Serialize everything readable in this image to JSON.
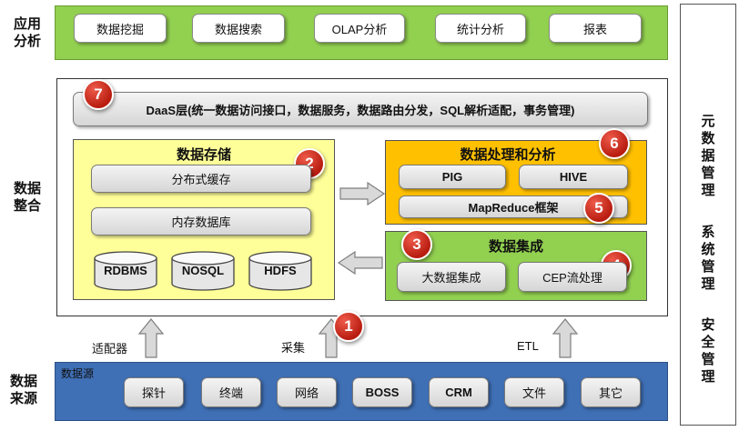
{
  "side_labels": {
    "application": [
      "应用",
      "分析"
    ],
    "integration": [
      "数据",
      "整合"
    ],
    "source": [
      "数据",
      "来源"
    ]
  },
  "application_layer": {
    "items": [
      "数据挖掘",
      "数据搜索",
      "OLAP分析",
      "统计分析",
      "报表"
    ]
  },
  "daas": {
    "label": "DaaS层(统一数据访问接口，数据服务，数据路由分发，SQL解析适配，事务管理)",
    "badge": "7"
  },
  "storage": {
    "title": "数据存储",
    "badge": "2",
    "items": [
      "分布式缓存",
      "内存数据库"
    ],
    "databases": [
      "RDBMS",
      "NOSQL",
      "HDFS"
    ]
  },
  "processing": {
    "title": "数据处理和分析",
    "badge": "6",
    "items": [
      "PIG",
      "HIVE"
    ],
    "framework": "MapReduce框架",
    "framework_badge": "5"
  },
  "integration_panel": {
    "title": "数据集成",
    "badge_left": "3",
    "badge_right": "4",
    "items": [
      "大数据集成",
      "CEP流处理"
    ]
  },
  "flow_labels": {
    "adapter": "适配器",
    "collect": "采集",
    "collect_badge": "1",
    "etl": "ETL"
  },
  "source_layer": {
    "title": "数据源",
    "items": [
      "探针",
      "终端",
      "网络",
      "BOSS",
      "CRM",
      "文件",
      "其它"
    ]
  },
  "right_panel": {
    "groups": [
      [
        "元",
        "数",
        "据",
        "管",
        "理"
      ],
      [
        "系",
        "统",
        "管",
        "理"
      ],
      [
        "安",
        "全",
        "管",
        "理"
      ]
    ]
  },
  "colors": {
    "green": "#92d050",
    "yellow": "#ffff99",
    "orange": "#ffc000",
    "blue": "#3f6fb5",
    "red_badge": "#c0281a"
  }
}
